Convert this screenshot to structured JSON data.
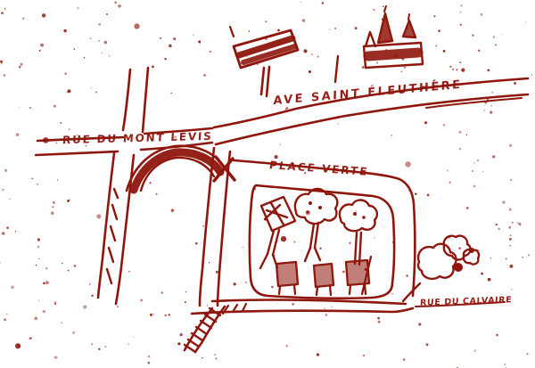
{
  "document": {
    "type": "hand-drawn street map sketch (scanned ink drawing)",
    "paper_color": "#ffffff",
    "ink_color": "#8f160c"
  },
  "labels": {
    "avenue_northeast": {
      "text": "AVE SAINT ÉLEUTHÈRE"
    },
    "street_west": {
      "text": "RUE DU MONT LEVIS"
    },
    "street_center": {
      "text": "PLACE VERTE"
    },
    "street_southeast": {
      "text": "RUE DU CALVAIRE"
    }
  },
  "sketch_features": {
    "church": "church-with-spires-sketch",
    "signboard": "hatched-signboard-on-post-sketch",
    "bridge": "hatched-arch-bridge-sketch",
    "crossing_mark": "x-scribble-mark",
    "park": "walled-square-with-trees-and-houses",
    "trees": "three-tree-sketches",
    "houses": "three-hatched-house-sketches",
    "bushes": "bush-cluster-sketch",
    "dead_end": "hatched-dead-end-road-stub"
  }
}
